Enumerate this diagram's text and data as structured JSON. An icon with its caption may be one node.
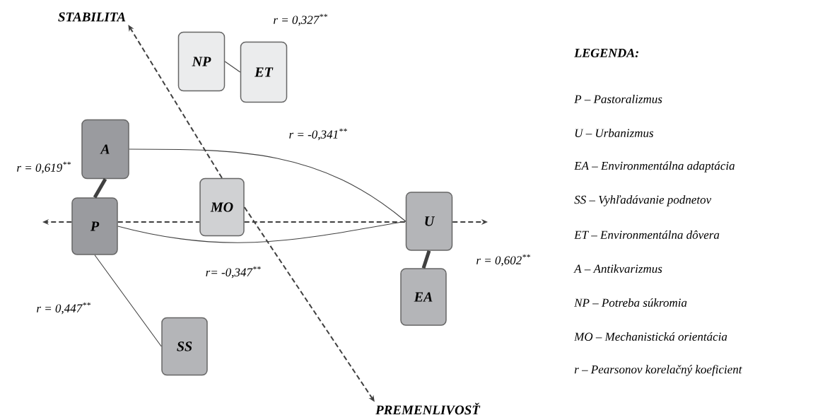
{
  "diagram": {
    "nodes": [
      {
        "text": [
          "STABILITA"
        ]
      },
      {
        "text": [
          "NP"
        ]
      },
      {
        "text": [
          "ET"
        ]
      },
      {
        "text": [
          "A"
        ]
      },
      {
        "text": [
          "P"
        ]
      },
      {
        "text": [
          "MO"
        ]
      },
      {
        "text": [
          "U"
        ]
      },
      {
        "text": [
          "EA"
        ]
      },
      {
        "text": [
          "SS"
        ]
      },
      {
        "text": [
          "PREMENLIVOSŤ"
        ]
      }
    ],
    "edges": [
      {
        "from": 1,
        "to": 2,
        "arrow": "none",
        "label": "r = 0,327$^{**}$"
      },
      {
        "from": 3,
        "to": 6,
        "arrow": "none",
        "label": "r = -0,341$^{**}$"
      },
      {
        "from": 3,
        "to": 4,
        "arrow": "none",
        "label": "r = 0,619$^{**}$",
        "style": "thick"
      },
      {
        "from": 4,
        "to": 6,
        "arrow": "none",
        "label": "r= -0,347$^{**}$"
      },
      {
        "from": 6,
        "to": 7,
        "arrow": "none",
        "label": "r = 0,602$^{**}$",
        "style": "thick"
      },
      {
        "from": 4,
        "to": 8,
        "arrow": "none",
        "label": "r = 0,447$^{**}$"
      },
      {
        "from": 5,
        "to": 0,
        "arrow": "to",
        "style": "dashed"
      },
      {
        "from": 5,
        "to": 9,
        "arrow": "to",
        "style": "dashed"
      },
      {
        "from": 4,
        "to": null,
        "arrow": "to",
        "style": "dashed"
      },
      {
        "from": 4,
        "to": 5,
        "arrow": "none",
        "style": "dashed"
      },
      {
        "from": 5,
        "to": 6,
        "arrow": "none",
        "style": "dashed"
      },
      {
        "from": 6,
        "to": null,
        "arrow": "to",
        "style": "dashed"
      }
    ],
    "labels": [
      "LEGENDA:",
      "P – Pastoralizmus",
      "U – Urbanizmus",
      "EA – Environmentálna adaptácia",
      "SS – Vyhľadávanie podnetov",
      "ET – Environmentálna dôvera",
      "A – Antikvarizmus",
      "NP – Potreba súkromia",
      "MO – Mechanistická orientácia",
      "r – Pearsonov korelačný koeficient"
    ]
  }
}
